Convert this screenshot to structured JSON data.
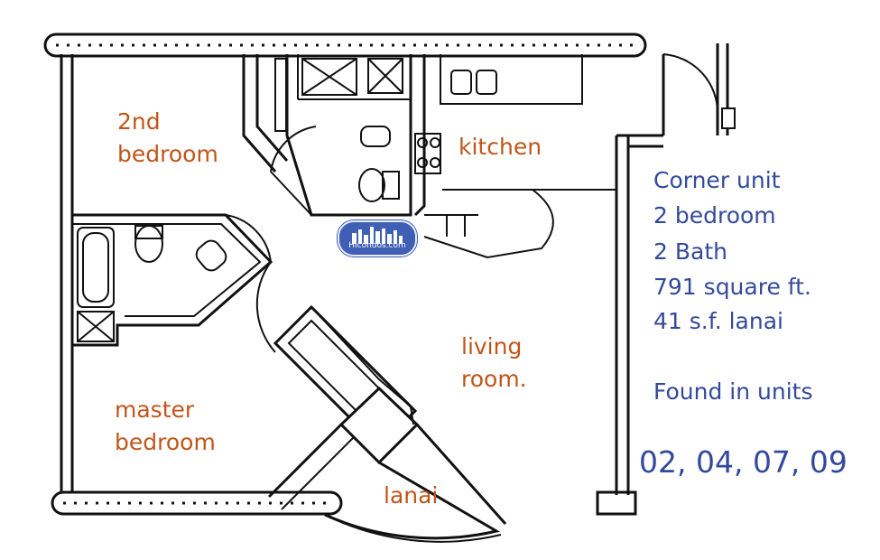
{
  "rooms": {
    "second_bedroom": [
      "2nd",
      "bedroom"
    ],
    "kitchen": "kitchen",
    "living_room": [
      "living",
      "room."
    ],
    "master_bedroom": [
      "master",
      "bedroom"
    ],
    "lanai": "lanai"
  },
  "info": {
    "unit_type": "Corner unit",
    "bedrooms": "2 bedroom",
    "baths": "2 Bath",
    "area": "791 square ft.",
    "lanai_area": "41 s.f. lanai",
    "found_in": "Found in units",
    "unit_numbers": "02, 04, 07, 09"
  },
  "logo": {
    "text": "HIcondos.com"
  },
  "colors": {
    "room_label": "#c0561a",
    "info_text": "#334a9c",
    "walls": "#111111",
    "logo_bg": "#3f5fb5"
  }
}
